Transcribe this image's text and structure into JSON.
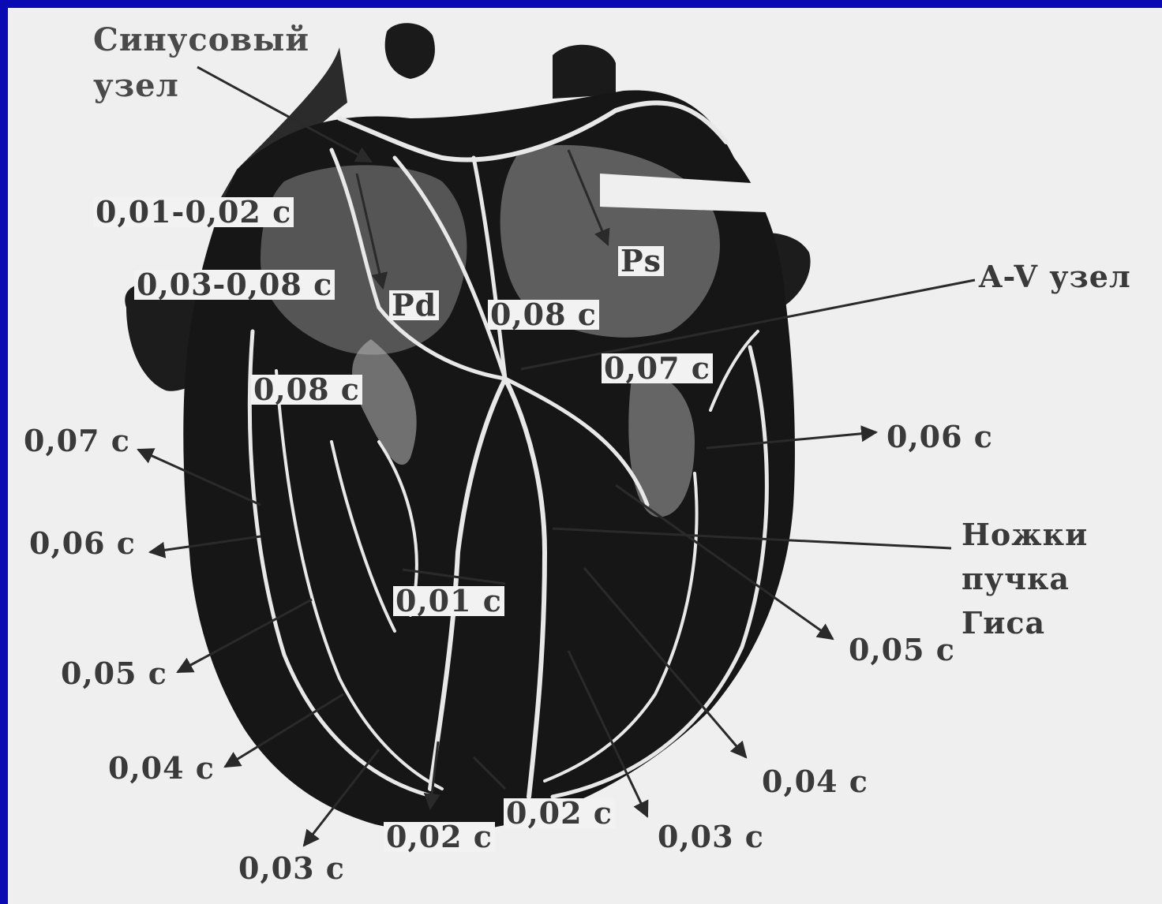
{
  "labels": {
    "sinus_node": [
      "Синусовый",
      "узел"
    ],
    "av_node": "A-V узел",
    "his_bundle": [
      "Ножки",
      "пучка",
      "Гиса"
    ],
    "ps": "Ps",
    "pd": "Pd"
  },
  "times": {
    "t_sa": "0,01-0,02 с",
    "t_atria": "0,03-0,08 с",
    "t_av_right": "0,08 с",
    "t_av_center": "0,08 с",
    "t_av_left": "0,07 с",
    "t_r_07": "0,07 с",
    "t_r_06": "0,06 с",
    "t_r_05": "0,05 с",
    "t_r_04": "0,04 с",
    "t_r_03": "0,03 с",
    "t_septum": "0,01 с",
    "t_apex_r": "0,02 с",
    "t_apex_l": "0,02 с",
    "t_l_06": "0,06 с",
    "t_l_05": "0,05 с",
    "t_l_04": "0,04 с",
    "t_l_03": "0,03 с"
  },
  "colors": {
    "frame": "#0a0ab4",
    "background": "#efefef",
    "myocardium": "#161616",
    "conduction": "#e8e8e8"
  }
}
